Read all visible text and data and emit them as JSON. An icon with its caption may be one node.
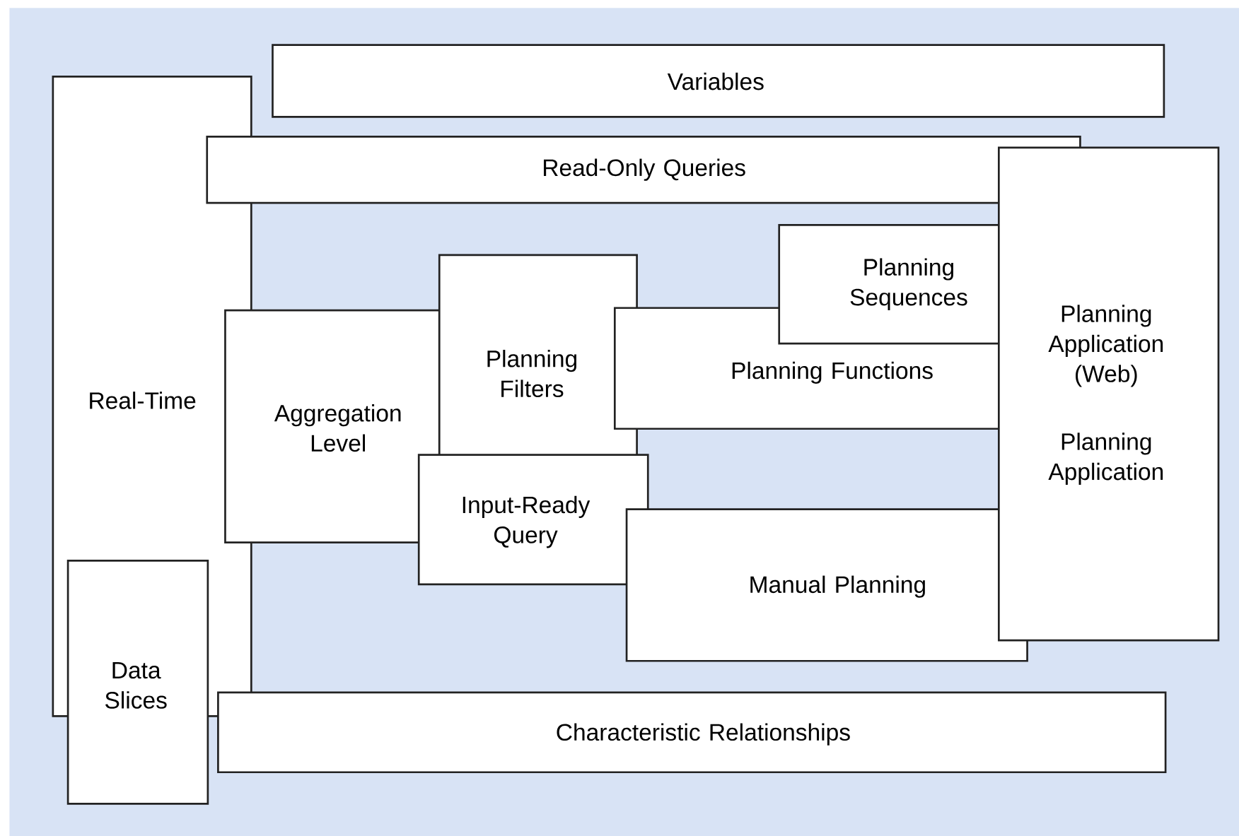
{
  "diagram": {
    "nodes": [
      {
        "text": [
          "Variables"
        ]
      },
      {
        "text": [
          "Real-Time"
        ]
      },
      {
        "text": [
          "Read-Only Queries"
        ]
      },
      {
        "text": [
          "Aggregation Level"
        ]
      },
      {
        "text": [
          "Planning Filters"
        ]
      },
      {
        "text": [
          "Planning Functions"
        ]
      },
      {
        "text": [
          "Planning Sequences"
        ]
      },
      {
        "text": [
          "Input-Ready Query"
        ]
      },
      {
        "text": [
          "Manual Planning"
        ]
      },
      {
        "text": [
          "Planning Application (Web)",
          "Planning Application"
        ]
      },
      {
        "text": [
          "Data Slices"
        ]
      },
      {
        "text": [
          "Characteristic Relationships"
        ]
      }
    ]
  }
}
